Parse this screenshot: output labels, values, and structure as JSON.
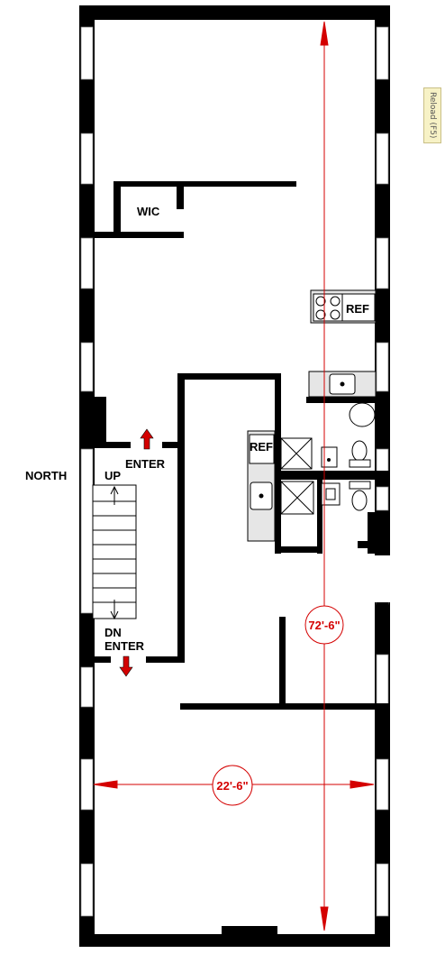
{
  "labels": {
    "wic": "WIC",
    "ref_top": "REF",
    "ref_mid": "REF",
    "north": "NORTH",
    "up": "UP",
    "enter_top": "ENTER",
    "dn": "DN",
    "enter_bottom": "ENTER"
  },
  "dimensions": {
    "length": "72'-6\"",
    "width": "22'-6\""
  },
  "reload_label": "Reload (F5)",
  "colors": {
    "wall": "#000000",
    "dimension": "#d40000",
    "window_glass": "#ffffff"
  }
}
